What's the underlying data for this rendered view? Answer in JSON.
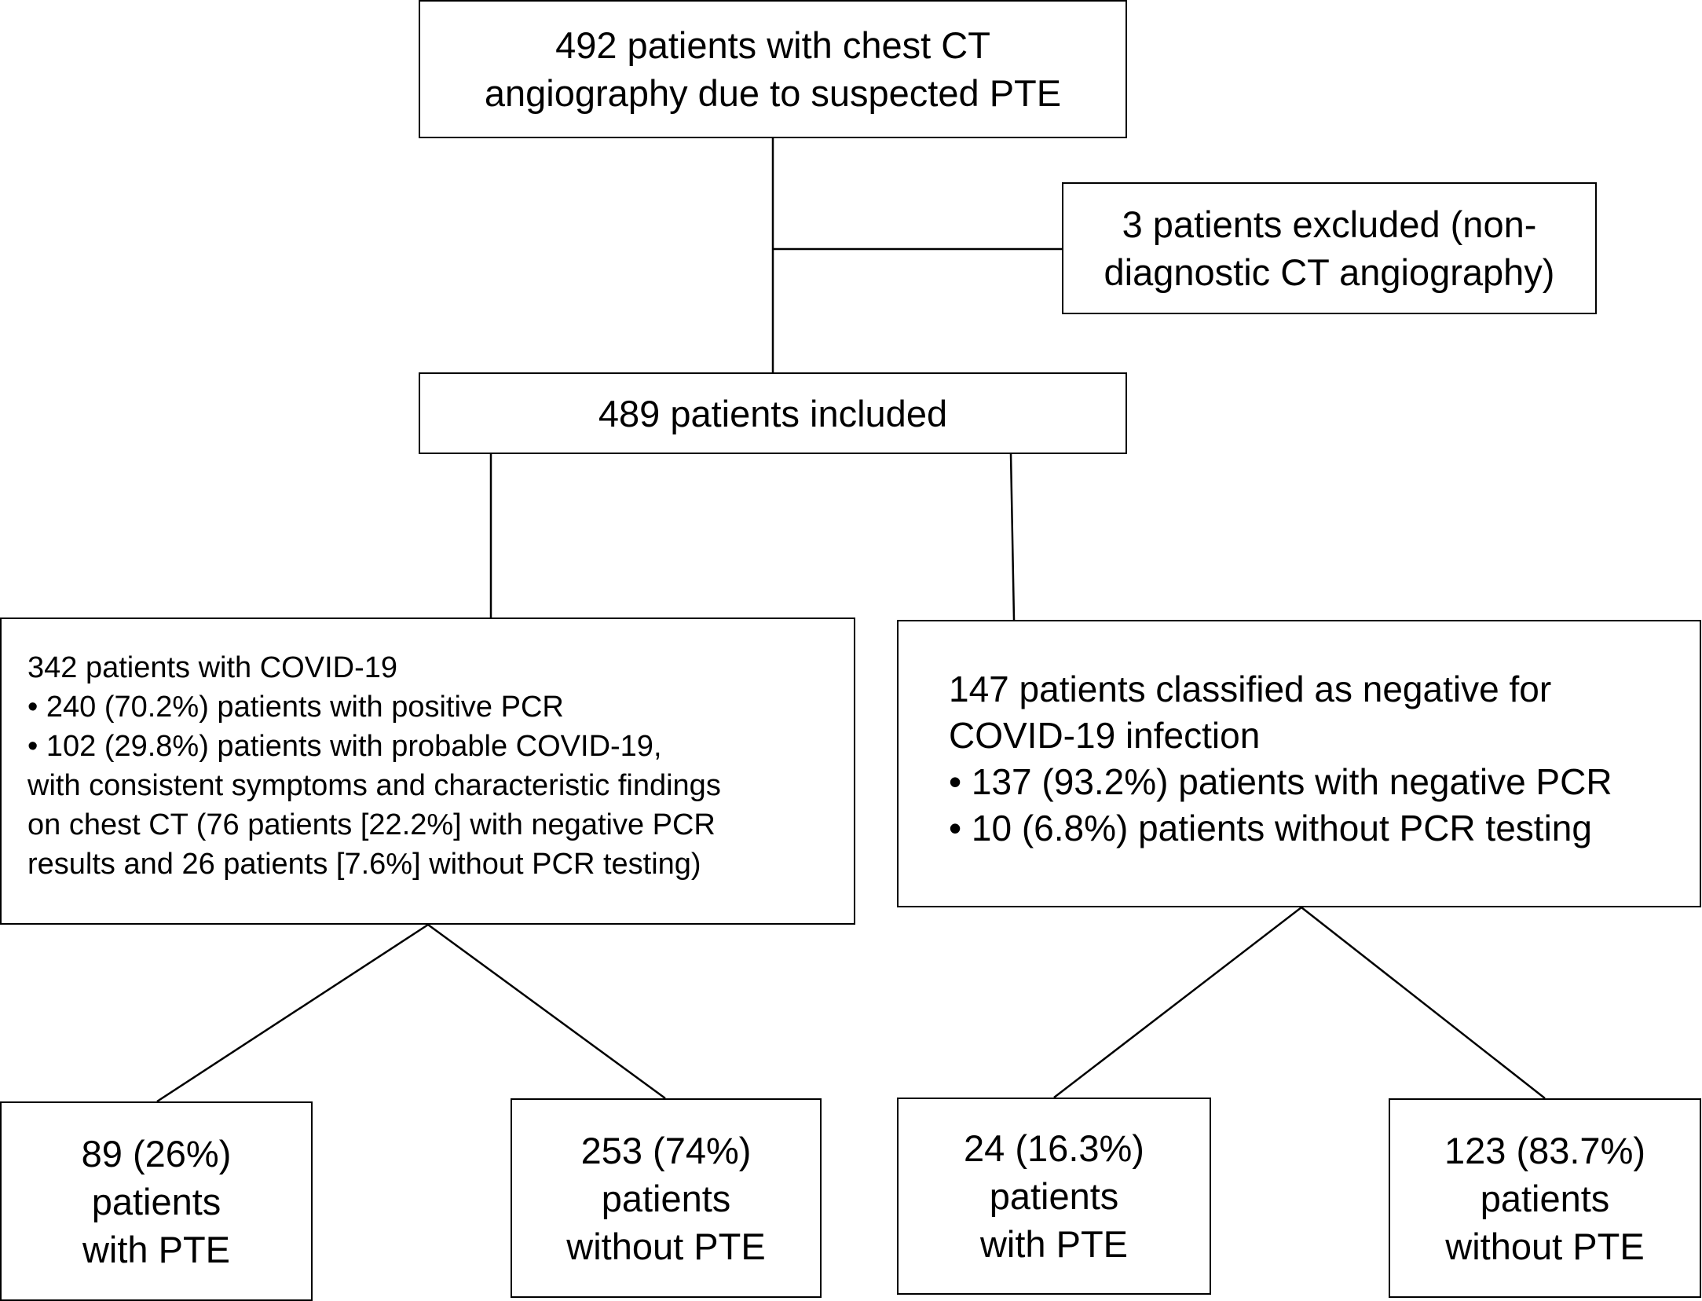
{
  "flowchart": {
    "start": {
      "lines": [
        "492 patients with chest CT",
        "angiography due to suspected PTE"
      ]
    },
    "excluded": {
      "lines": [
        "3 patients excluded (non-",
        "diagnostic CT angiography)"
      ]
    },
    "included": {
      "lines": [
        "489 patients included"
      ]
    },
    "covid": {
      "lines": [
        "342 patients with COVID-19",
        "• 240 (70.2%) patients with positive PCR",
        "• 102 (29.8%) patients with probable COVID-19,",
        "with consistent symptoms and characteristic findings",
        "on chest CT (76 patients [22.2%] with negative PCR",
        "results and 26 patients [7.6%] without PCR testing)"
      ]
    },
    "negative": {
      "lines": [
        "147 patients classified as negative for",
        "COVID-19 infection",
        "• 137 (93.2%) patients with negative PCR",
        "• 10 (6.8%) patients without PCR testing"
      ]
    },
    "outcomes": [
      {
        "lines": [
          "89 (26%)",
          "patients",
          "with PTE"
        ]
      },
      {
        "lines": [
          "253 (74%)",
          "patients",
          "without PTE"
        ]
      },
      {
        "lines": [
          "24 (16.3%)",
          "patients",
          "with PTE"
        ]
      },
      {
        "lines": [
          "123 (83.7%)",
          "patients",
          "without PTE"
        ]
      }
    ]
  }
}
